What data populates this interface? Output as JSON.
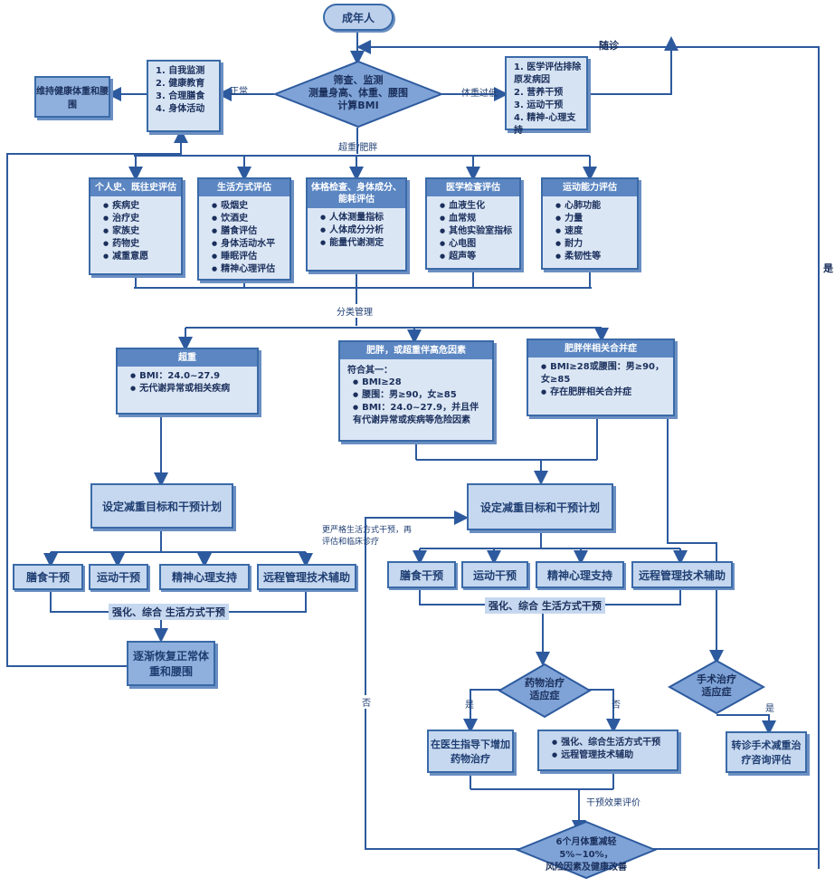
{
  "start": "成年人",
  "followup": "随诊",
  "screen": {
    "line1": "筛查、监测",
    "line2": "测量身高、体重、腰围",
    "line3": "计算BMI"
  },
  "normal": {
    "label": "正常",
    "items": [
      "1. 自我监测",
      "2. 健康教育",
      "3. 合理膳食",
      "4. 身体活动"
    ],
    "maintain": "维持健康体重和腰围"
  },
  "underweight": {
    "label": "体重过低",
    "items": [
      "1. 医学评估排除原发病因",
      "2. 营养干预",
      "3. 运动干预",
      "4. 精神-心理支持"
    ]
  },
  "overweight_label": "超重/肥胖",
  "yes_right": "是",
  "assess": [
    {
      "title": "个人史、既往史评估",
      "items": [
        "疾病史",
        "治疗史",
        "家族史",
        "药物史",
        "减重意愿"
      ]
    },
    {
      "title": "生活方式评估",
      "items": [
        "吸烟史",
        "饮酒史",
        "膳食评估",
        "身体活动水平",
        "睡眠评估",
        "精神心理评估"
      ]
    },
    {
      "title": "体格检查、身体成分、能耗评估",
      "items": [
        "人体测量指标",
        "人体成分分析",
        "能量代谢测定"
      ]
    },
    {
      "title": "医学检查评估",
      "items": [
        "血液生化",
        "血常规",
        "其他实验室指标",
        "心电图",
        "超声等"
      ]
    },
    {
      "title": "运动能力评估",
      "items": [
        "心肺功能",
        "力量",
        "速度",
        "耐力",
        "柔韧性等"
      ]
    }
  ],
  "classify": "分类管理",
  "cat1": {
    "title": "超重",
    "items": [
      "BMI：24.0~27.9",
      "无代谢异常或相关疾病"
    ]
  },
  "cat2": {
    "title": "肥胖，或超重伴高危因素",
    "intro": "符合其一：",
    "items": [
      "BMI≥28",
      "腰围：男≥90，女≥85",
      "BMI：24.0~27.9，并且伴有代谢异常或疾病等危险因素"
    ]
  },
  "cat3": {
    "title": "肥胖伴相关合并症",
    "items": [
      "BMI≥28或腰围：男≥90，女≥85",
      "存在肥胖相关合并症"
    ]
  },
  "plan": "设定减重目标和干预计划",
  "interventions": [
    "膳食干预",
    "运动干预",
    "精神心理支持",
    "远程管理技术辅助"
  ],
  "strengthen": "强化、综合 生活方式干预",
  "restore": "逐渐恢复正常体重和腰围",
  "stricter": "更严格生活方式干预，再评估和临床诊疗",
  "drug_q": {
    "l1": "药物治疗",
    "l2": "适应症"
  },
  "surgery_q": {
    "l1": "手术治疗",
    "l2": "适应症"
  },
  "yes": "是",
  "no": "否",
  "drug_add": "在医生指导下增加药物治疗",
  "nodrug": [
    "强化、综合生活方式干预",
    "远程管理技术辅助"
  ],
  "surgery_ref": "转诊手术减重治疗咨询评估",
  "effect": "干预效果评价",
  "goal": {
    "l1": "6个月体重减轻5%~10%，",
    "l2": "风险因素及健康改善"
  },
  "colors": {
    "accent": "#3a6aa8",
    "header": "#5b86c2",
    "fill": "#dbe6f4",
    "line": "#2d5a9e"
  }
}
